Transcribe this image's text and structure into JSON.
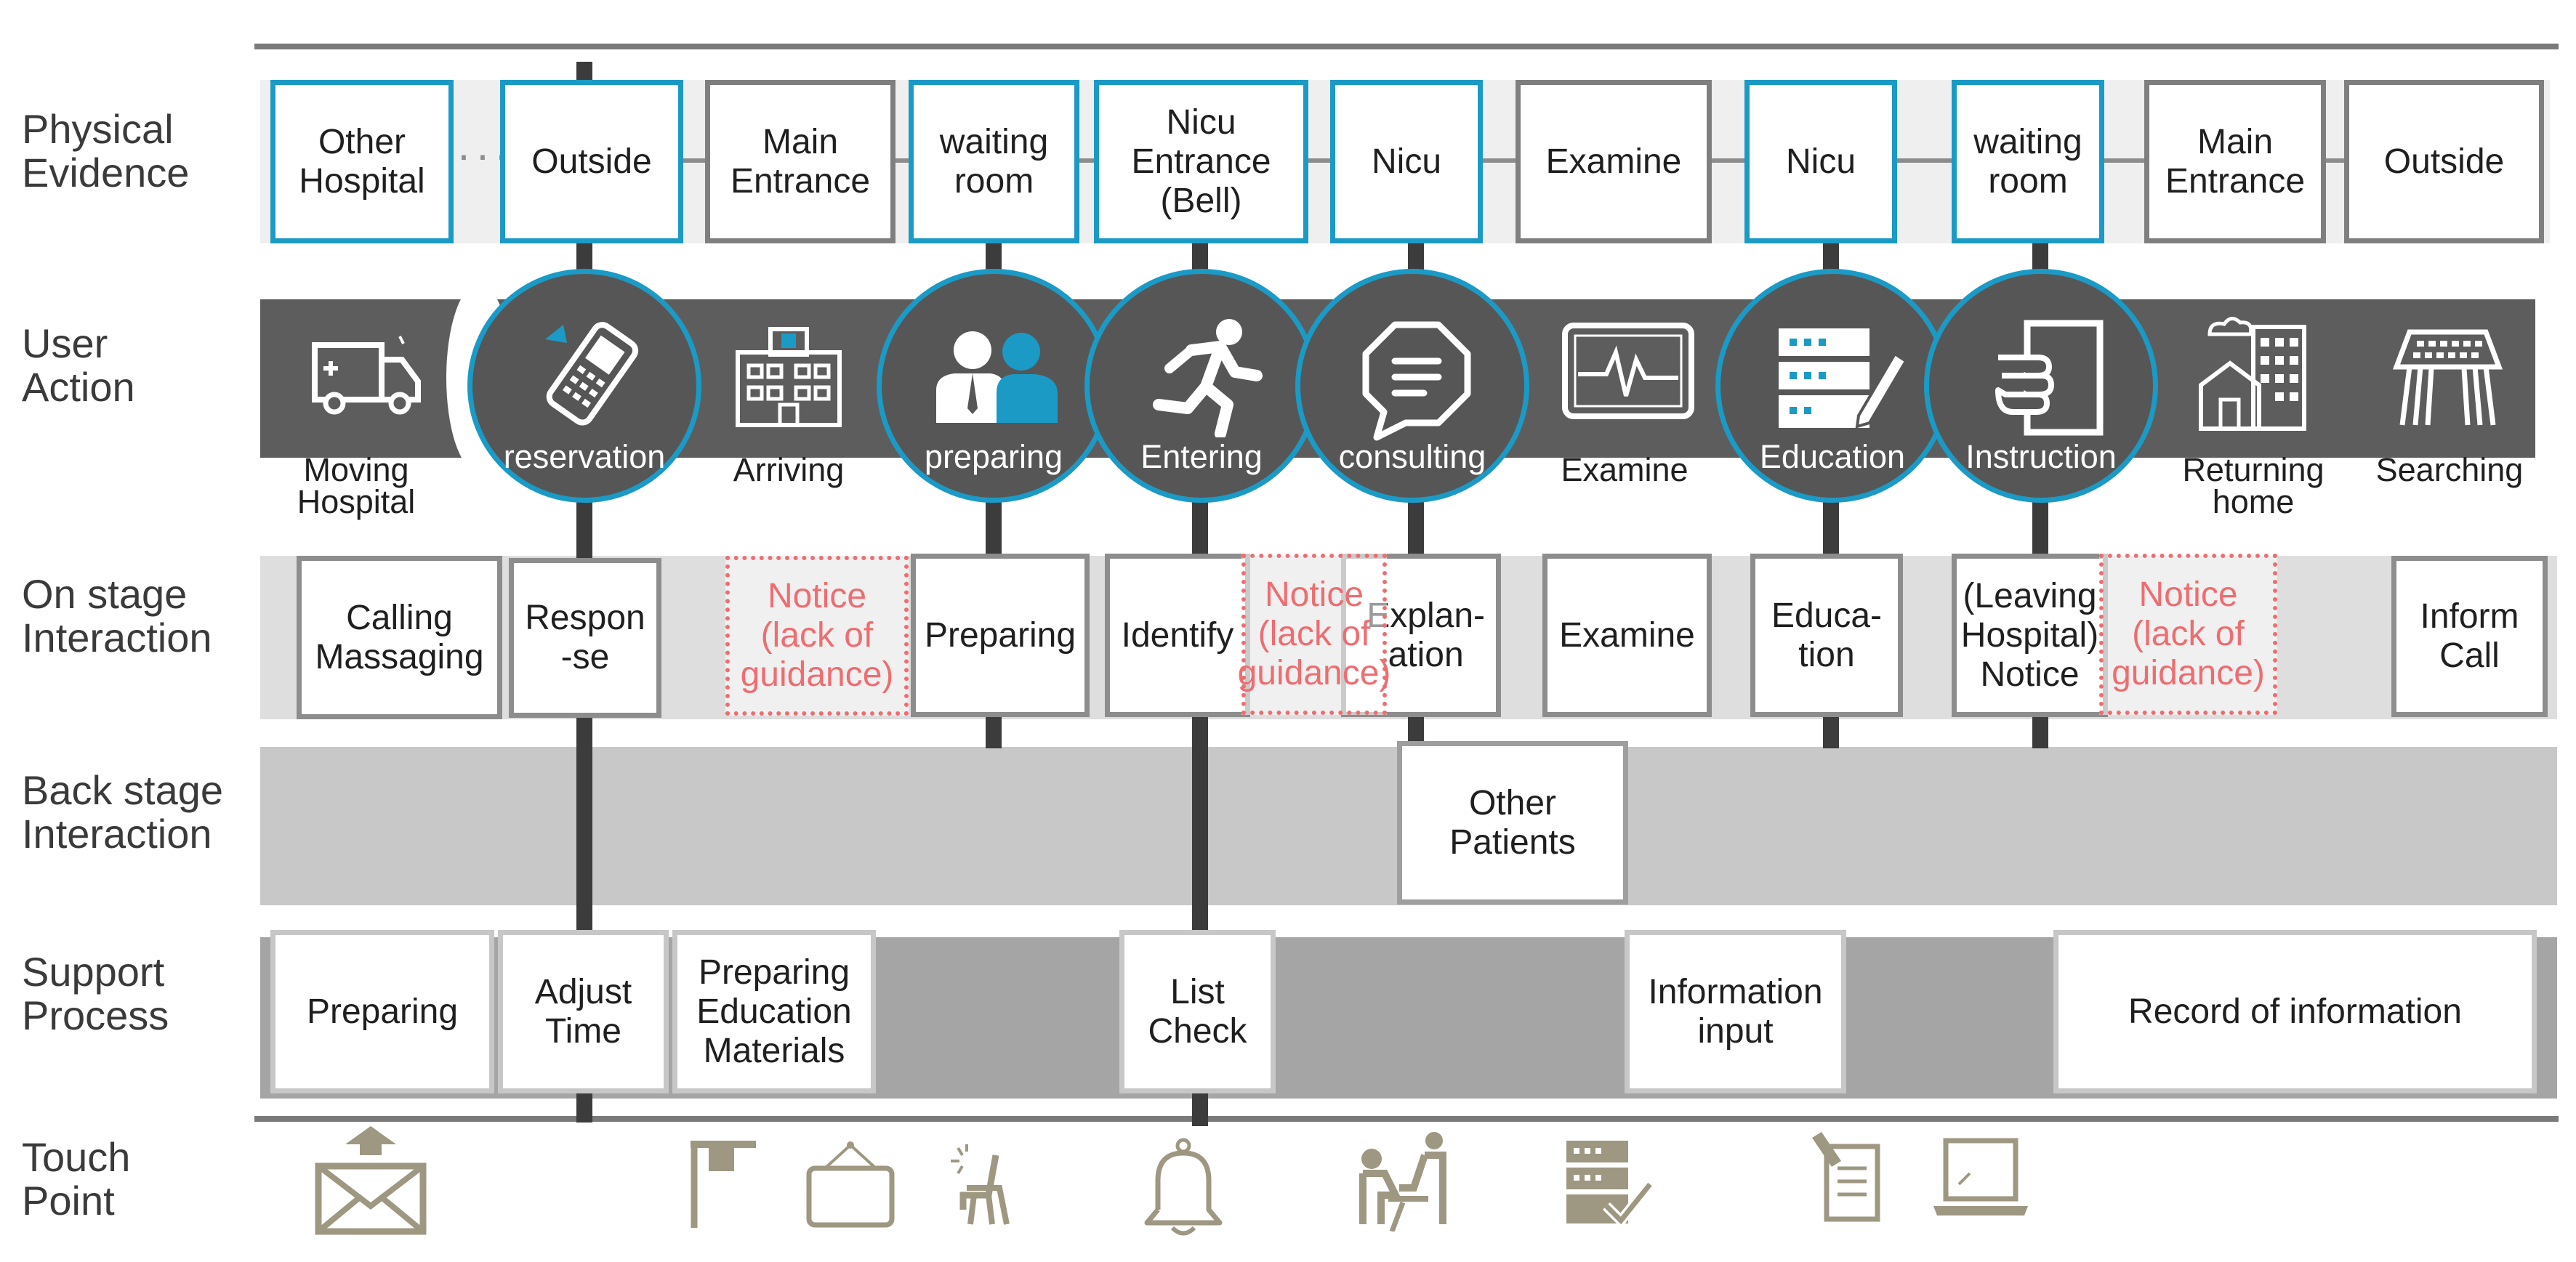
{
  "rows": {
    "physical_evidence": "Physical\nEvidence",
    "user_action": "User\nAction",
    "on_stage": "On stage\nInteraction",
    "back_stage": "Back stage\nInteraction",
    "support": "Support\nProcess",
    "touch_point": "Touch\nPoint"
  },
  "physical_evidence": [
    {
      "label": "Other\nHospital",
      "style": "blue"
    },
    {
      "label": "Outside",
      "style": "blue"
    },
    {
      "label": "Main\nEntrance",
      "style": "grey"
    },
    {
      "label": "waiting\nroom",
      "style": "blue"
    },
    {
      "label": "Nicu\nEntrance\n(Bell)",
      "style": "blue"
    },
    {
      "label": "Nicu",
      "style": "blue"
    },
    {
      "label": "Examine",
      "style": "grey"
    },
    {
      "label": "Nicu",
      "style": "blue"
    },
    {
      "label": "waiting\nroom",
      "style": "blue"
    },
    {
      "label": "Main\nEntrance",
      "style": "grey"
    },
    {
      "label": "Outside",
      "style": "grey"
    }
  ],
  "pe_ellipsis": "···",
  "user_actions": [
    {
      "label": "Moving\nHospital",
      "icon": "ambulance-icon",
      "highlight": false
    },
    {
      "label": "reservation",
      "icon": "phone-icon",
      "highlight": true
    },
    {
      "label": "Arriving",
      "icon": "hospital-building-icon",
      "highlight": false
    },
    {
      "label": "preparing",
      "icon": "people-icon",
      "highlight": true
    },
    {
      "label": "Entering",
      "icon": "running-person-icon",
      "highlight": true
    },
    {
      "label": "consulting",
      "icon": "speech-bubble-icon",
      "highlight": true
    },
    {
      "label": "Examine",
      "icon": "heart-monitor-icon",
      "highlight": false
    },
    {
      "label": "Education",
      "icon": "document-pen-icon",
      "highlight": true
    },
    {
      "label": "Instruction",
      "icon": "hand-paper-icon",
      "highlight": true
    },
    {
      "label": "Returning\nhome",
      "icon": "house-city-icon",
      "highlight": false
    },
    {
      "label": "Searching",
      "icon": "keyboard-hands-icon",
      "highlight": false
    }
  ],
  "on_stage": [
    {
      "label": "Calling\nMassaging",
      "type": "normal"
    },
    {
      "label": "Respon\n-se",
      "type": "normal"
    },
    {
      "label": "Notice\n(lack of\nguidance)",
      "type": "notice"
    },
    {
      "label": "Preparing",
      "type": "normal"
    },
    {
      "label": "Identify",
      "type": "normal"
    },
    {
      "label": "Explan-\nation",
      "type": "normal"
    },
    {
      "label": "Notice\n(lack of\nguidance)",
      "type": "notice"
    },
    {
      "label": "Examine",
      "type": "normal"
    },
    {
      "label": "Educa-\ntion",
      "type": "normal"
    },
    {
      "label": "(Leaving\nHospital)\nNotice",
      "type": "normal"
    },
    {
      "label": "Notice\n(lack of\nguidance)",
      "type": "notice"
    },
    {
      "label": "Inform\nCall",
      "type": "normal"
    }
  ],
  "back_stage": [
    {
      "label": "Other\nPatients"
    }
  ],
  "support": [
    {
      "label": "Preparing"
    },
    {
      "label": "Adjust\nTime"
    },
    {
      "label": "Preparing\nEducation\nMaterials"
    },
    {
      "label": "List\nCheck"
    },
    {
      "label": "Information\ninput"
    },
    {
      "label": "Record of information"
    }
  ],
  "touch_points": [
    {
      "icon": "mail-upload-icon"
    },
    {
      "icon": "flag-sign-icon"
    },
    {
      "icon": "hanging-sign-icon"
    },
    {
      "icon": "chair-icon"
    },
    {
      "icon": "bell-icon"
    },
    {
      "icon": "consulting-desk-icon"
    },
    {
      "icon": "server-check-icon"
    },
    {
      "icon": "document-edit-icon"
    },
    {
      "icon": "laptop-icon"
    }
  ],
  "colors": {
    "accent_blue": "#1b9ac6",
    "notice_red": "#ee6d71",
    "dark_grey": "#565656",
    "band_grey": "#c8c8c8"
  }
}
